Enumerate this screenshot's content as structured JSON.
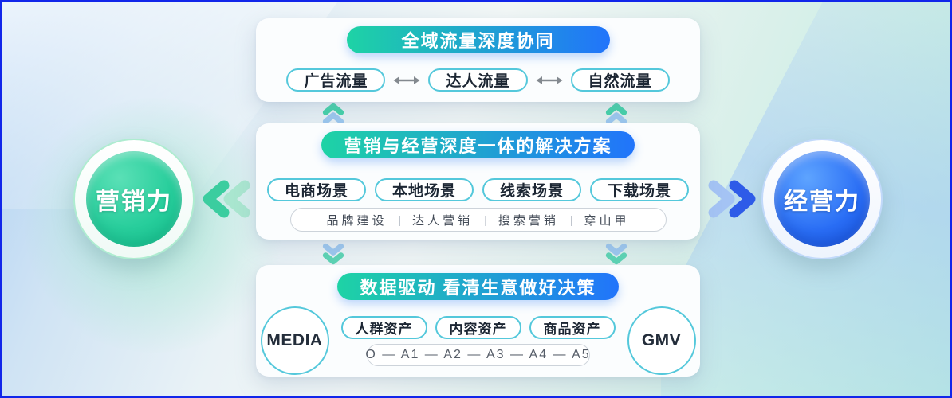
{
  "left_power": {
    "label": "营销力"
  },
  "right_power": {
    "label": "经营力"
  },
  "traffic_card": {
    "title": "全域流量深度协同",
    "pills": [
      "广告流量",
      "达人流量",
      "自然流量"
    ]
  },
  "solution_card": {
    "title": "营销与经营深度一体的解决方案",
    "pills": [
      "电商场景",
      "本地场景",
      "线索场景",
      "下载场景"
    ],
    "bar_items": [
      "品牌建设",
      "达人营销",
      "搜索营销",
      "穿山甲"
    ],
    "bar_divider": "|"
  },
  "data_card": {
    "title": "数据驱动 看清生意做好决策",
    "media_label": "MEDIA",
    "pills": [
      "人群资产",
      "内容资产",
      "商品资产"
    ],
    "funnel": "O — A1 — A2 — A3 — A4 — A5",
    "gmv_label": "GMV"
  },
  "icons": {
    "pill_link_arrow": "double-headed-horizontal-arrow",
    "up_connector": "double-chevron-up",
    "down_connector": "double-chevron-down",
    "left_connector": "double-chevron-left",
    "right_connector": "double-chevron-right"
  },
  "colors": {
    "header_gradient_start": "#1ed3a5",
    "header_gradient_end": "#2174fb",
    "pill_border_teal": "#54c8db",
    "power_green": "#28ce9c",
    "power_blue": "#2a6ef5",
    "chevron_green": "#3bcd9f",
    "chevron_light_green": "#a9e6cf",
    "chevron_blue": "#2e5be8",
    "chevron_light_blue": "#a4c3f4",
    "frame_border": "#1126ea"
  }
}
